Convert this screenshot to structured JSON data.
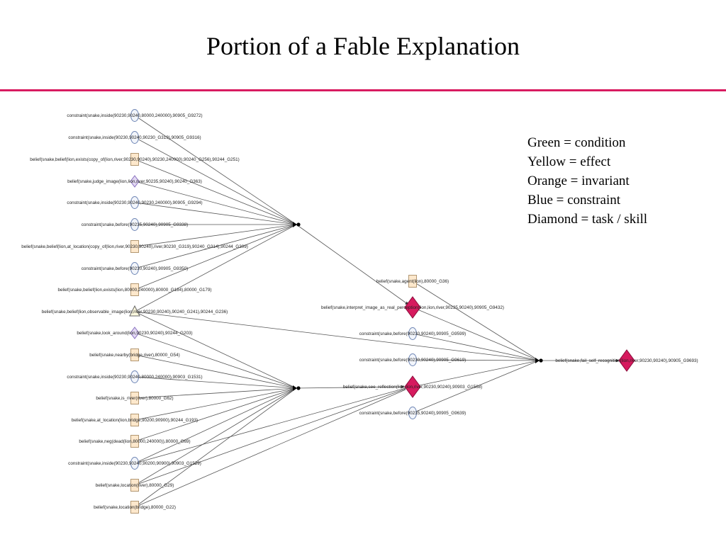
{
  "title": "Portion of a Fable Explanation",
  "legend": [
    "Green = condition",
    "Yellow = effect",
    "Orange = invariant",
    "Blue = constraint",
    "Diamond = task / skill"
  ],
  "colors": {
    "constraint_stroke": "#6f86b5",
    "constraint_fill": "#f2f5fb",
    "invariant_fill": "#fde8cc",
    "invariant_stroke": "#a08055",
    "task_fill": "#d61a5e",
    "task_stroke": "#8a0c3a",
    "effect_fill": "#fffbe0",
    "condition_fill": "#e3d9f3",
    "condition_stroke": "#8a72c0",
    "edge": "#555555",
    "rule": "#d81b60"
  },
  "nodes": [
    {
      "id": "n1",
      "shape": "circle",
      "label": "constraint(snake,inside(90230,90240,80000,240000),90905_G9272)"
    },
    {
      "id": "n2",
      "shape": "circle",
      "label": "constraint(snake,inside(90230,90240,90230_G319),90905_G9316)"
    },
    {
      "id": "n3",
      "shape": "rect",
      "label": "belief(snake,belief(lion,exists(copy_of(lion,river,90230,90240),90230,240000),90240_G256),90244_G251)"
    },
    {
      "id": "n4",
      "shape": "diamond-small",
      "label": "belief(snake,judge_image(lion,lion,river,90235,90240),90240_G363)"
    },
    {
      "id": "n5",
      "shape": "circle",
      "label": "constraint(snake,inside(90230,90240,90230,240000),90905_G9294)"
    },
    {
      "id": "n6",
      "shape": "circle",
      "label": "constraint(snake,before(90235,90240),90905_G9338)"
    },
    {
      "id": "n7",
      "shape": "rect",
      "label": "belief(snake,belief(lion,at_location(copy_of(lion,river,90230,90240),river,90230_G319),90240_G314),90244_G309)"
    },
    {
      "id": "n8",
      "shape": "circle",
      "label": "constraint(snake,before(90230,90240),90905_G9350)"
    },
    {
      "id": "n9",
      "shape": "rect",
      "label": "belief(snake,belief(lion,exists(lion,80000,240000),80000_G184),80000_G179)"
    },
    {
      "id": "n10",
      "shape": "triangle",
      "label": "belief(snake,belief(lion,observable_image(lion,river,90230,90240),90240_G241),90244_G236)"
    },
    {
      "id": "n11",
      "shape": "diamond-small",
      "label": "belief(snake,look_around(lion,90230,90240),90244_G203)"
    },
    {
      "id": "n12",
      "shape": "rect",
      "label": "belief(snake,nearby(bridge,river),80000_G54)"
    },
    {
      "id": "n13",
      "shape": "circle",
      "label": "constraint(snake,inside(90230,90240,80000,240000),90903_G1531)"
    },
    {
      "id": "n14",
      "shape": "rect",
      "label": "belief(snake,is_river(river),80000_G62)"
    },
    {
      "id": "n15",
      "shape": "rect",
      "label": "belief(snake,at_location(lion,bridge,90200,90900),90244_G193)"
    },
    {
      "id": "n16",
      "shape": "rect",
      "label": "belief(snake,neg(dead(lion,80000,240000)),80000_G69)"
    },
    {
      "id": "n17",
      "shape": "circle",
      "label": "constraint(snake,inside(90230,90240,90200,90900),90903_G1529)"
    },
    {
      "id": "n18",
      "shape": "rect",
      "label": "belief(snake,location(river),80000_G29)"
    },
    {
      "id": "n19",
      "shape": "rect",
      "label": "belief(snake,location(bridge),80000_G22)"
    },
    {
      "id": "m1",
      "shape": "rect",
      "label": "belief(snake,agent(lion),80000_G36)"
    },
    {
      "id": "m2",
      "shape": "diamond",
      "label": "belief(snake,interpret_image_as_real_perception(lion,lion,river,90235,90240),90905_G9432)"
    },
    {
      "id": "m3",
      "shape": "circle",
      "label": "constraint(snake,before(90230,90240),90905_G9599)"
    },
    {
      "id": "m4",
      "shape": "circle",
      "label": "constraint(snake,before(90230,90240),90905_G9619)"
    },
    {
      "id": "m5",
      "shape": "diamond",
      "label": "belief(snake,see_reflection(lion,lion,river,90230,90240),90903_G1568)"
    },
    {
      "id": "m6",
      "shape": "circle",
      "label": "constraint(snake,before(90235,90240),90905_G9639)"
    },
    {
      "id": "r1",
      "shape": "diamond",
      "label": "belief(snake,fail_self_recognition(lion,river,90230,90240),90905_G9693)"
    }
  ]
}
